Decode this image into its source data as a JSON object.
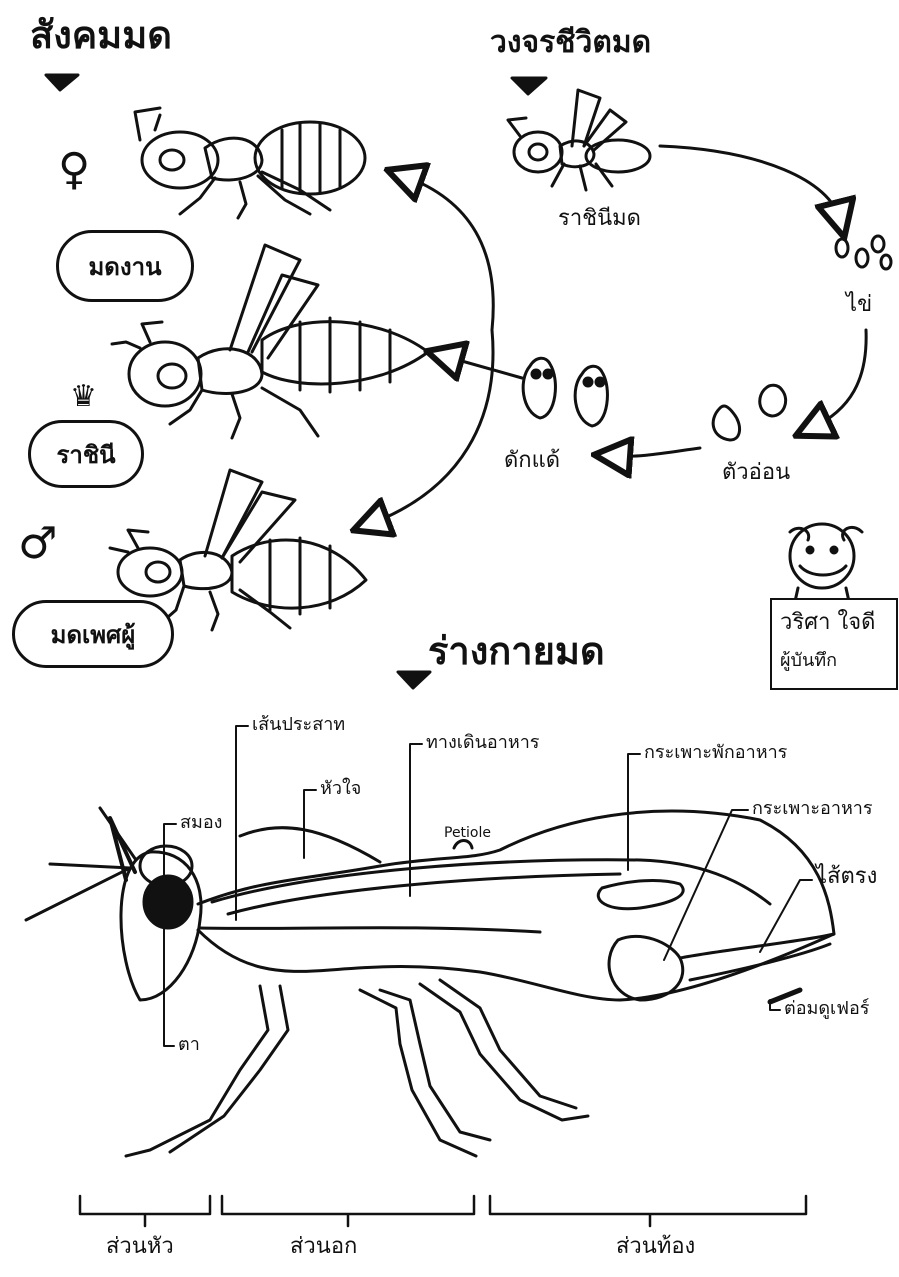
{
  "society": {
    "title": "สังคมมด",
    "worker_label": "มดงาน",
    "queen_label": "ราชินี",
    "male_label": "มดเพศผู้",
    "female_symbol": "♀",
    "male_symbol": "♂",
    "crown_symbol": "♛"
  },
  "lifecycle": {
    "title": "วงจรชีวิตมด",
    "queen_label": "ราชินีมด",
    "egg_label": "ไข่",
    "larva_label": "ตัวอ่อน",
    "pupa_label": "ดักแด้"
  },
  "recorder": {
    "name": "วริศา ใจดี",
    "role": "ผู้บันทึก"
  },
  "anatomy": {
    "title": "ร่างกายมด",
    "labels": {
      "brain": "สมอง",
      "nerve": "เส้นประสาท",
      "heart": "หัวใจ",
      "digestive_tract": "ทางเดินอาหาร",
      "petiole": "Petiole",
      "crop": "กระเพาะพักอาหาร",
      "stomach": "กระเพาะอาหาร",
      "rectum": "ไส้ตรง",
      "dufour_gland": "ต่อมดูเฟอร์",
      "eye": "ตา"
    },
    "sections": {
      "head": "ส่วนหัว",
      "thorax": "ส่วนอก",
      "abdomen": "ส่วนท้อง"
    }
  }
}
